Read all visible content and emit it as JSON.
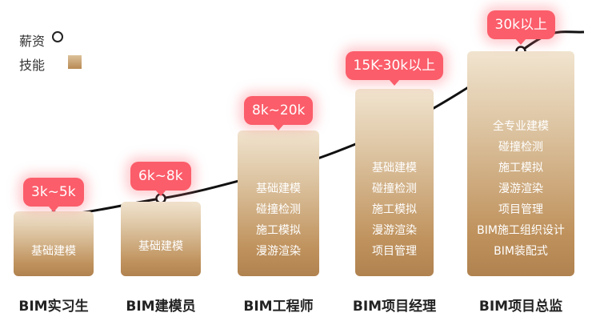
{
  "legend": {
    "salary_label": "薪资",
    "skill_label": "技能"
  },
  "colors": {
    "bubble": "#fb5d6a",
    "bar_top": "#f1e4cf",
    "bar_bottom": "#b0824f",
    "curve": "#111111"
  },
  "chart_data": {
    "type": "bar",
    "categories": [
      "BIM实习生",
      "BIM建模员",
      "BIM工程师",
      "BIM项目经理",
      "BIM项目总监"
    ],
    "salary_labels": [
      "3k~5k",
      "6k~8k",
      "8k~20k",
      "15K-30k以上",
      "30k以上"
    ],
    "skills": [
      [
        "基础建模"
      ],
      [
        "基础建模"
      ],
      [
        "基础建模",
        "碰撞检测",
        "施工模拟",
        "漫游渲染"
      ],
      [
        "基础建模",
        "碰撞检测",
        "施工模拟",
        "漫游渲染",
        "项目管理"
      ],
      [
        "全专业建模",
        "碰撞检测",
        "施工模拟",
        "漫游渲染",
        "项目管理",
        "BIM施工组织设计",
        "BIM装配式"
      ]
    ],
    "series": [
      {
        "name": "薪资",
        "kind": "line"
      },
      {
        "name": "技能",
        "kind": "bar"
      }
    ],
    "legend_position": "top-left"
  }
}
